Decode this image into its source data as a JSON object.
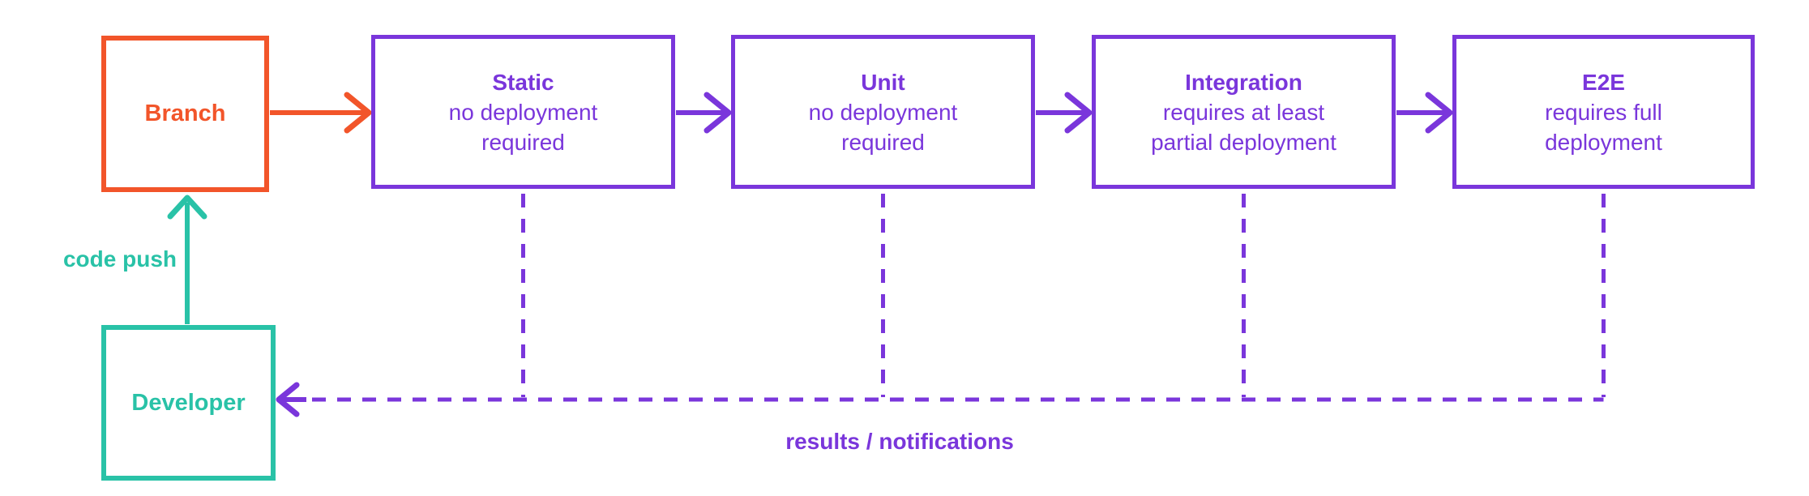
{
  "diagram": {
    "branch": {
      "label": "Branch"
    },
    "developer": {
      "label": "Developer"
    },
    "stages": [
      {
        "title": "Static",
        "desc": [
          "no deployment",
          "required"
        ]
      },
      {
        "title": "Unit",
        "desc": [
          "no deployment",
          "required"
        ]
      },
      {
        "title": "Integration",
        "desc": [
          "requires at least",
          "partial deployment"
        ]
      },
      {
        "title": "E2E",
        "desc": [
          "requires full",
          "deployment"
        ]
      }
    ],
    "edge_labels": {
      "code_push": "code push",
      "results": "results / notifications"
    },
    "colors": {
      "orange": "#F2552A",
      "purple": "#7A36DB",
      "teal": "#29C2A7"
    }
  }
}
